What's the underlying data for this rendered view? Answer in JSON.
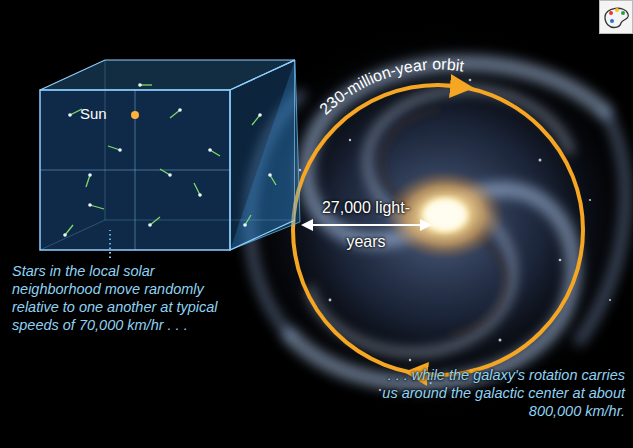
{
  "diagram": {
    "nodes": [
      {
        "text": [
          "Sun"
        ]
      }
    ],
    "labels": [
      "230-million-year orbit",
      "27,000 light-years",
      "Stars in the local solar neighborhood move randomly relative to one another at typical speeds of 70,000 km/hr . . .",
      ". . . while the galaxy's rotation carries us around the galactic center at about 800,000 km/hr."
    ]
  }
}
